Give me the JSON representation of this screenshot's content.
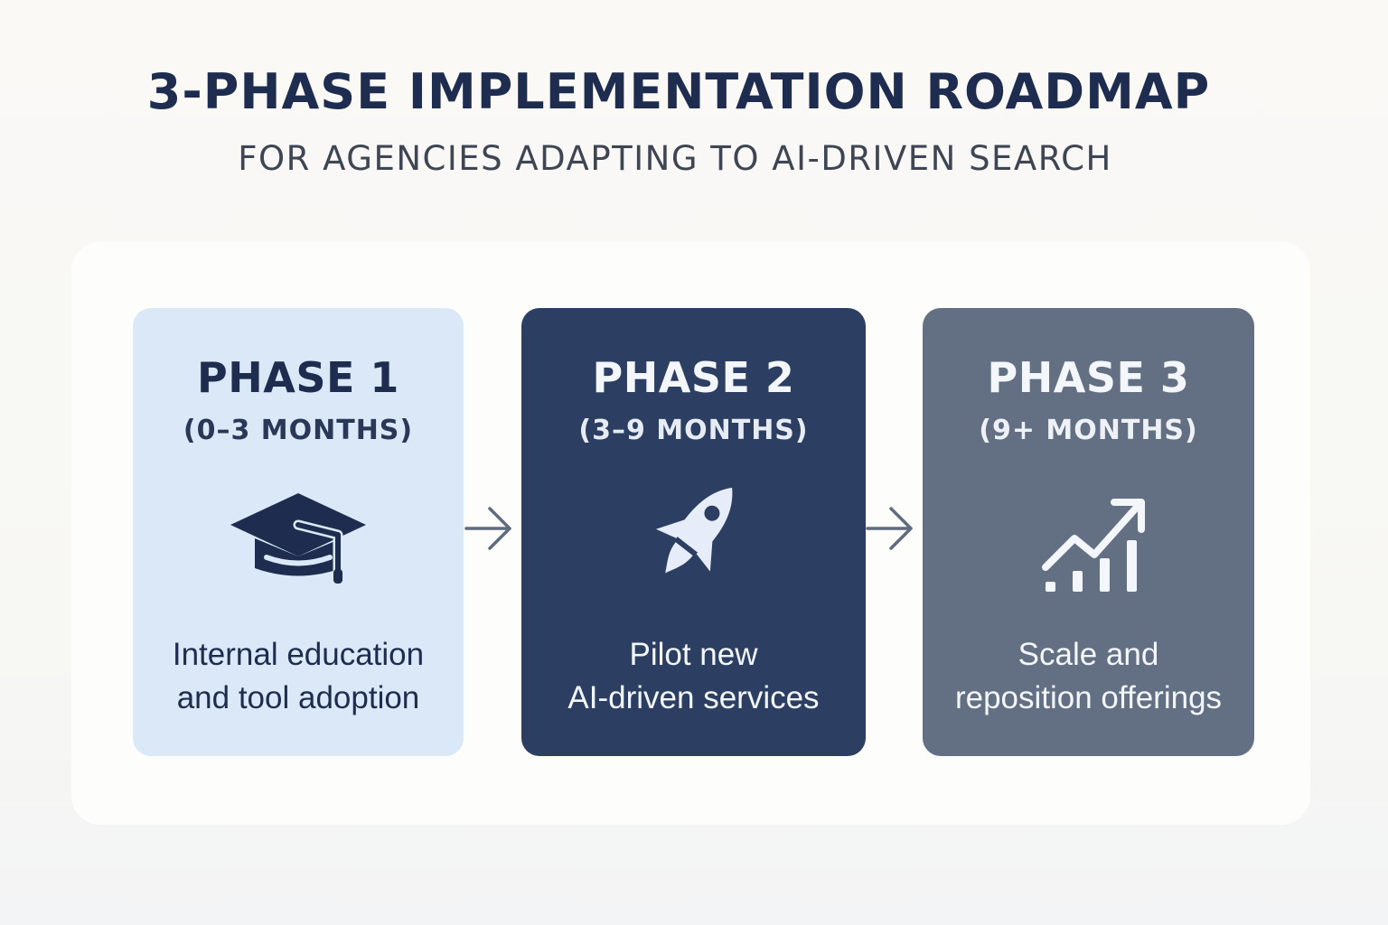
{
  "header": {
    "title": "3-PHASE IMPLEMENTATION ROADMAP",
    "subtitle": "FOR AGENCIES ADAPTING TO AI-DRIVEN SEARCH"
  },
  "phases": [
    {
      "title": "PHASE 1",
      "duration": "(0–3 MONTHS)",
      "icon": "graduation-cap-icon",
      "description": [
        "Internal education",
        "and tool adoption"
      ]
    },
    {
      "title": "PHASE 2",
      "duration": "(3–9 MONTHS)",
      "icon": "rocket-icon",
      "description": [
        "Pilot new",
        "AI-driven services"
      ]
    },
    {
      "title": "PHASE 3",
      "duration": "(9+ MONTHS)",
      "icon": "growth-chart-icon",
      "description": [
        "Scale and",
        "reposition offerings"
      ]
    }
  ],
  "colors": {
    "title": "#1e2d4f",
    "phase1_bg": "#dbe8f8",
    "phase2_bg": "#2c3f62",
    "phase3_bg": "#636f83",
    "arrow": "#5f6b7f"
  }
}
